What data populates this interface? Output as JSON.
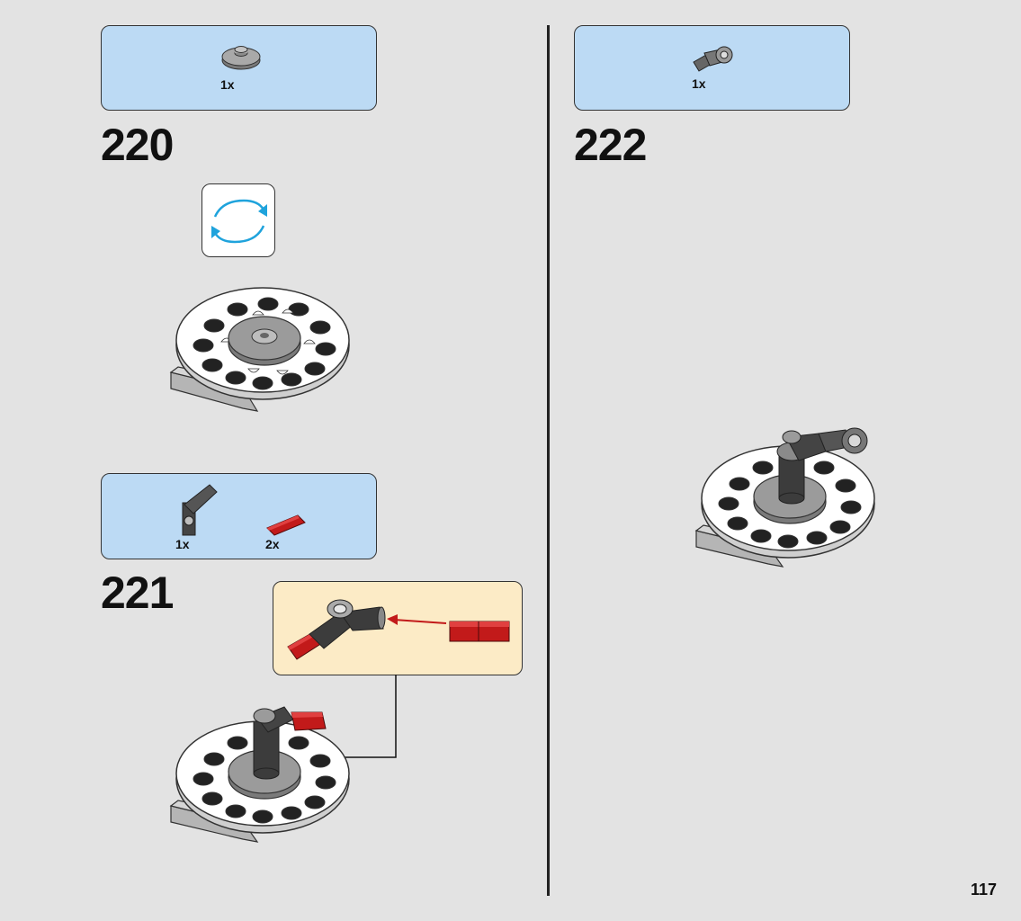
{
  "steps": [
    {
      "number": "220",
      "parts": [
        {
          "qty": "1x",
          "icon": "round-plate-icon"
        }
      ]
    },
    {
      "number": "221",
      "parts": [
        {
          "qty": "1x",
          "icon": "angled-connector-icon"
        },
        {
          "qty": "2x",
          "icon": "red-axle-pin-icon"
        }
      ]
    },
    {
      "number": "222",
      "parts": [
        {
          "qty": "1x",
          "icon": "connector-assembly-icon"
        }
      ]
    }
  ],
  "page_number": "117",
  "colors": {
    "parts_box": "#bcdaf4",
    "callout": "#fcebc6",
    "rotate_arrow": "#1fa3dc",
    "brick_dark": "#3c3c3c",
    "brick_red": "#c21a1a"
  }
}
